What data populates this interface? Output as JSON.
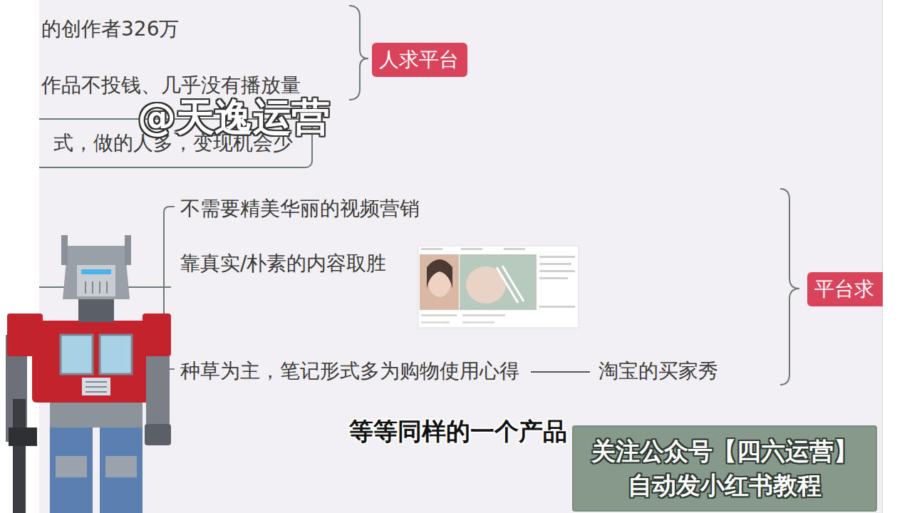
{
  "diagram": {
    "nodes": [
      {
        "text": [
          "人求平台"
        ]
      },
      {
        "text": [
          "式，做的人多，变现机会少"
        ]
      },
      {
        "text": [
          "平台求"
        ]
      },
      {
        "text": [
          "关注公众号【四六运营】",
          "自动发小红书教程"
        ]
      }
    ],
    "labels": [
      "的创作者326万",
      "作品不投钱、几乎没有播放量",
      "@天逸运营",
      "不需要精美华丽的视频营销",
      "靠真实/朴素的内容取胜",
      "种草为主，笔记形式多为购物使用心得",
      "淘宝的买家秀",
      "等等同样的一个产品"
    ]
  }
}
